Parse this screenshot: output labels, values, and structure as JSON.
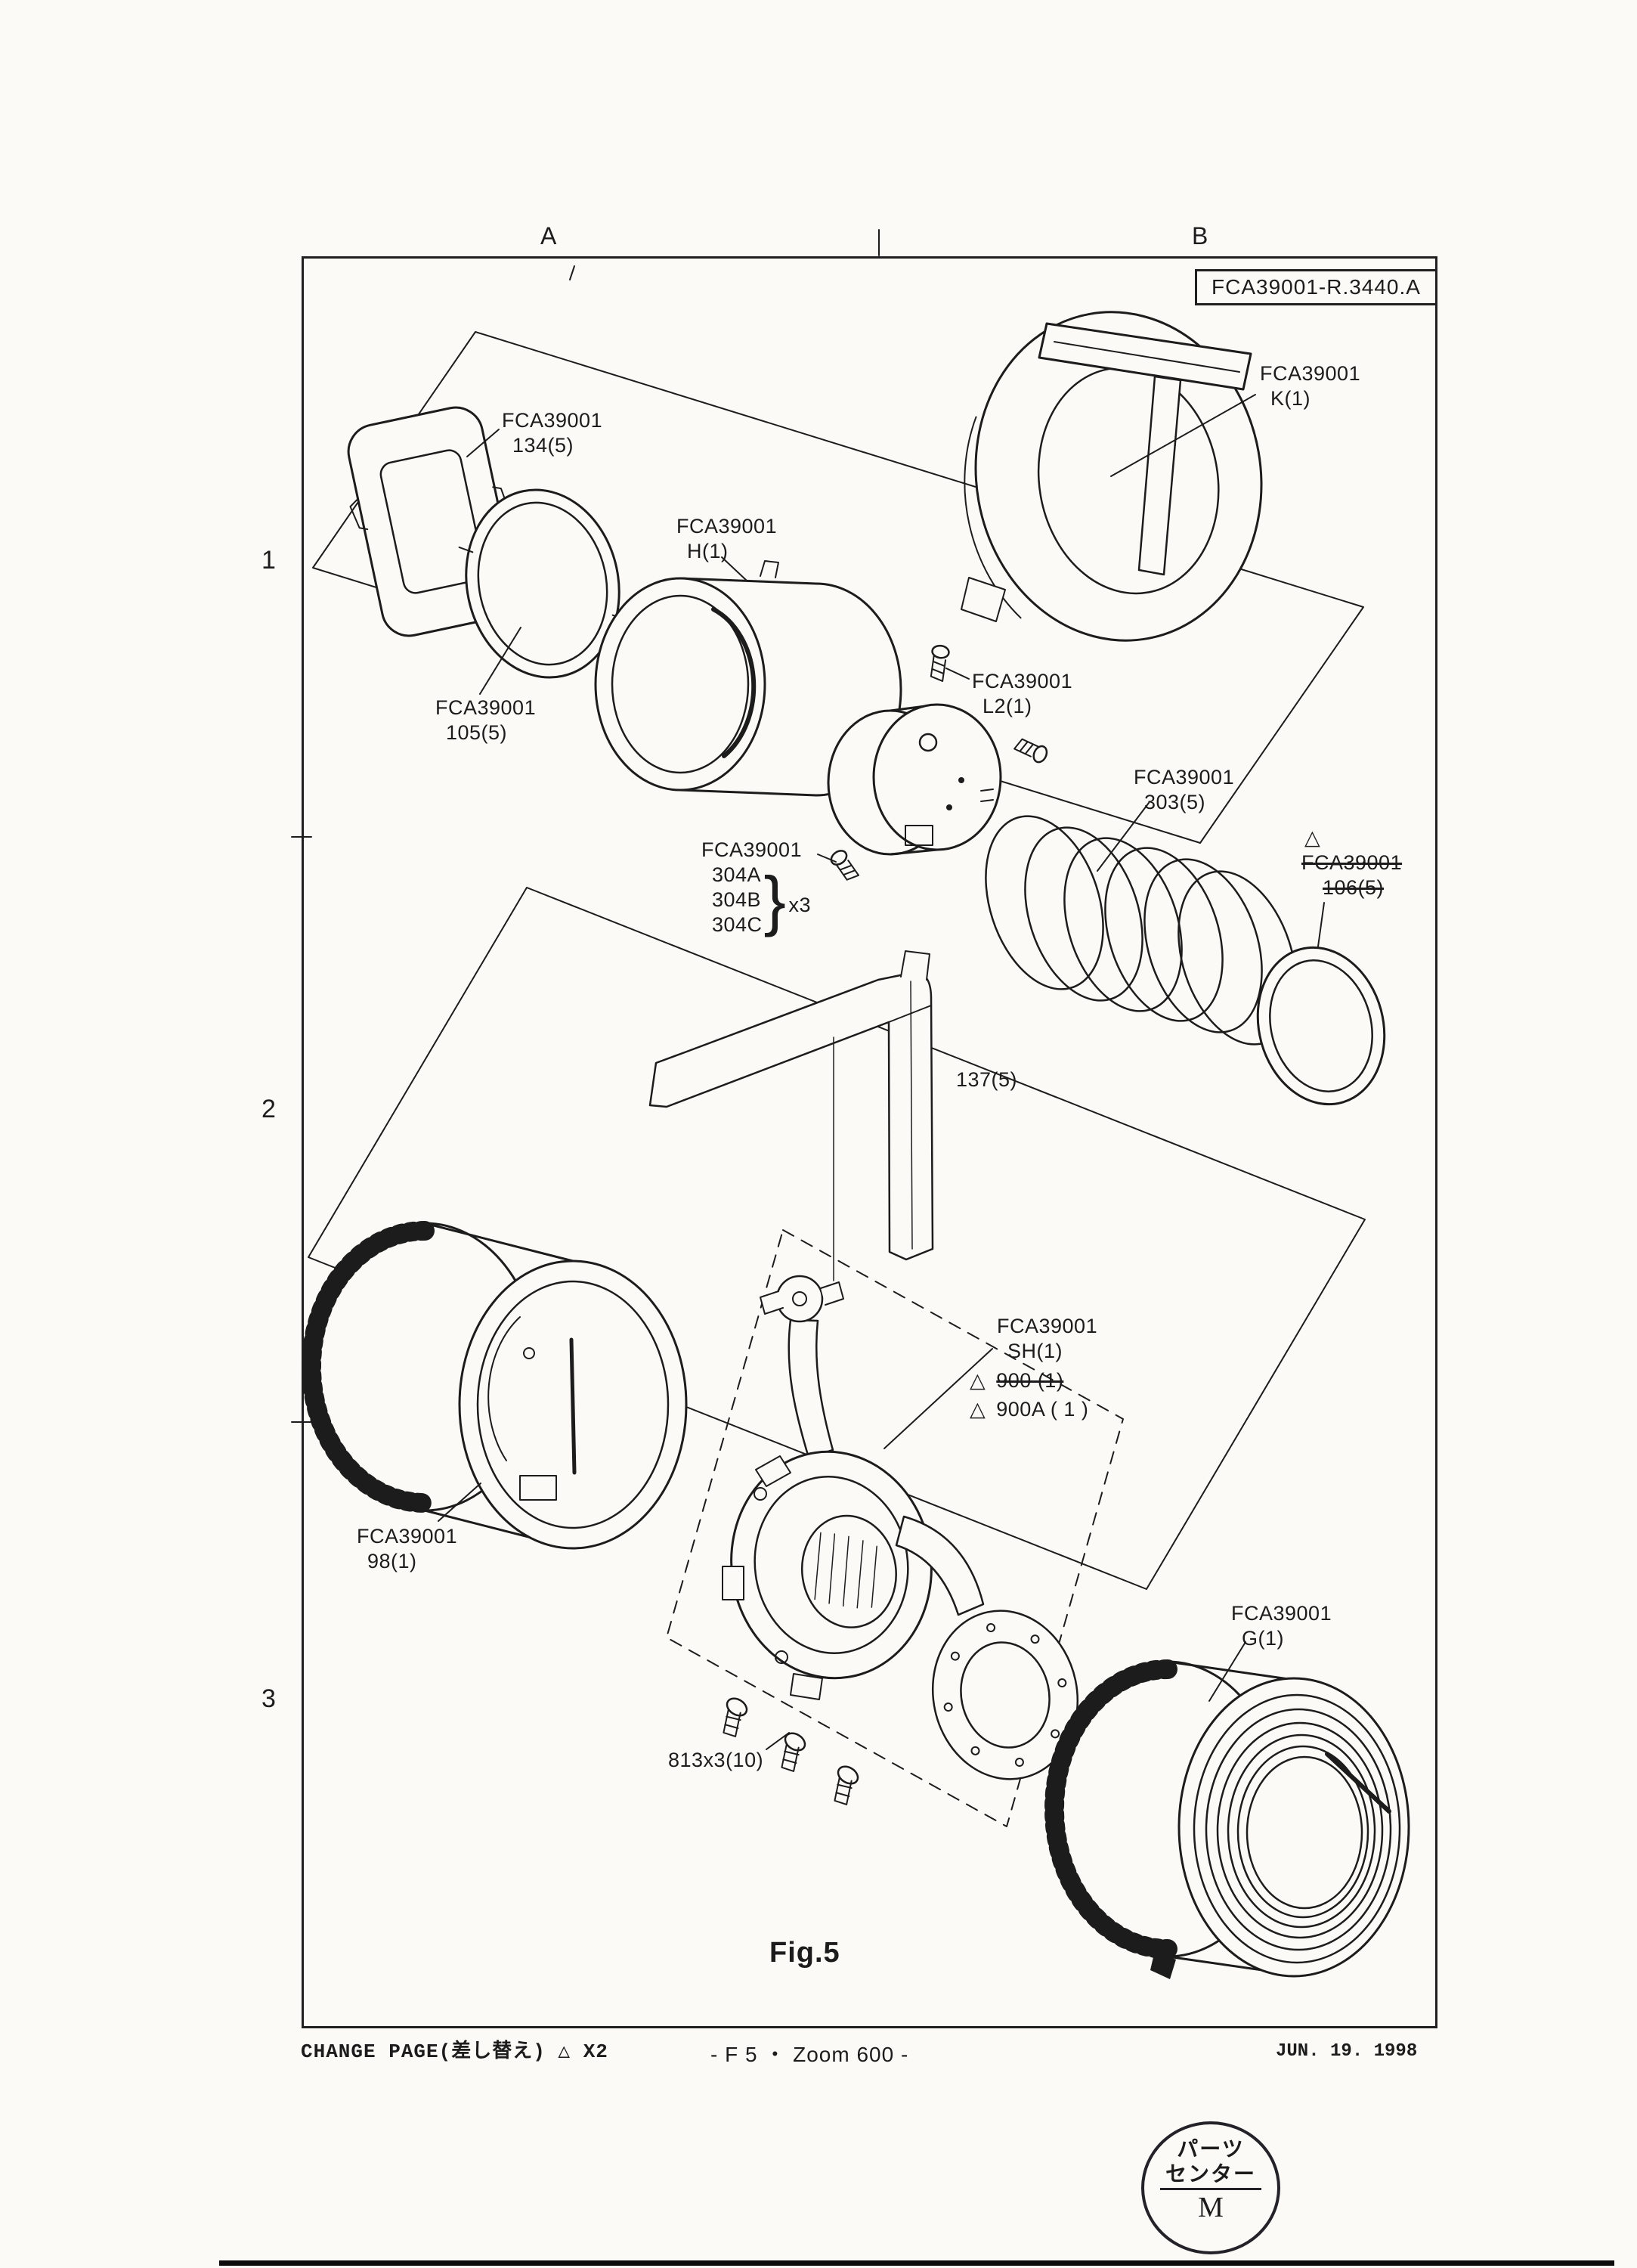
{
  "page": {
    "ref_number": "FCA39001-R.3440.A",
    "figure_caption": "Fig.5"
  },
  "grid": {
    "col_a": "A",
    "col_b": "B",
    "row_1": "1",
    "row_2": "2",
    "row_3": "3"
  },
  "labels": {
    "p134": {
      "l1": "FCA39001",
      "l2": "134(5)"
    },
    "p105": {
      "l1": "FCA39001",
      "l2": "105(5)"
    },
    "pH": {
      "l1": "FCA39001",
      "l2": "H(1)"
    },
    "pK": {
      "l1": "FCA39001",
      "l2": "K(1)"
    },
    "pL2": {
      "l1": "FCA39001",
      "l2": "L2(1)"
    },
    "p303": {
      "l1": "FCA39001",
      "l2": "303(5)"
    },
    "p106": {
      "tri": "△",
      "l1": "FCA39001",
      "l2": "106(5)"
    },
    "p304": {
      "l1": "FCA39001",
      "a": "304A",
      "b": "304B",
      "c": "304C",
      "brace": "}",
      "x3": "x3"
    },
    "p137": {
      "l1": "137(5)"
    },
    "p98": {
      "l1": "FCA39001",
      "l2": "98(1)"
    },
    "pSH": {
      "l1": "FCA39001",
      "l2": "SH(1)"
    },
    "p900": {
      "tri": "△",
      "text": "900 (1)"
    },
    "p900a": {
      "tri": "△",
      "text": "900A ( 1 )"
    },
    "pG": {
      "l1": "FCA39001",
      "l2": "G(1)"
    },
    "p813": {
      "l1": "813x3(10)"
    }
  },
  "footer": {
    "left": "CHANGE PAGE(差し替え) △ X2",
    "center": "- F 5 ・ Zoom 600 -",
    "right": "JUN. 19. 1998"
  },
  "stamp": {
    "line1": "パーツ",
    "line2": "センター",
    "letter": "M"
  }
}
